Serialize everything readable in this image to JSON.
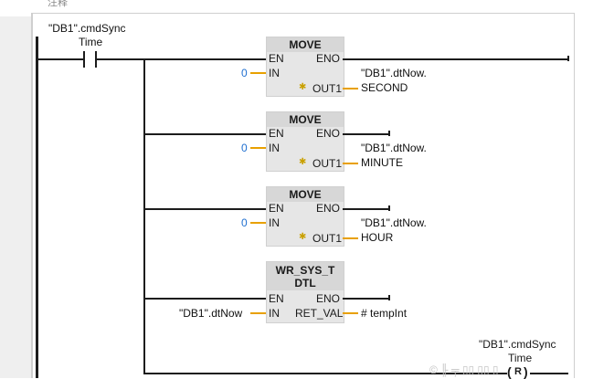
{
  "header": {
    "comment_label": "注释"
  },
  "contact": {
    "operand_line1": "\"DB1\".cmdSync",
    "operand_line2": "Time"
  },
  "blocks": [
    {
      "name": "MOVE",
      "en": "EN",
      "eno": "ENO",
      "in_pin": "IN",
      "in_value": "0",
      "out_pin": "OUT1",
      "out_line1": "\"DB1\".dtNow.",
      "out_line2": "SECOND"
    },
    {
      "name": "MOVE",
      "en": "EN",
      "eno": "ENO",
      "in_pin": "IN",
      "in_value": "0",
      "out_pin": "OUT1",
      "out_line1": "\"DB1\".dtNow.",
      "out_line2": "MINUTE"
    },
    {
      "name": "MOVE",
      "en": "EN",
      "eno": "ENO",
      "in_pin": "IN",
      "in_value": "0",
      "out_pin": "OUT1",
      "out_line1": "\"DB1\".dtNow.",
      "out_line2": "HOUR"
    }
  ],
  "wrblock": {
    "name_line1": "WR_SYS_T",
    "name_line2": "DTL",
    "en": "EN",
    "eno": "ENO",
    "in_pin": "IN",
    "in_value": "\"DB1\".dtNow",
    "ret_pin": "RET_VAL",
    "ret_value": "# tempInt"
  },
  "coil": {
    "operand_line1": "\"DB1\".cmdSync",
    "operand_line2": "Time",
    "letter": "R"
  },
  "watermark": "©  ╟ ╤ ▯▯ ▯▯ ▯"
}
